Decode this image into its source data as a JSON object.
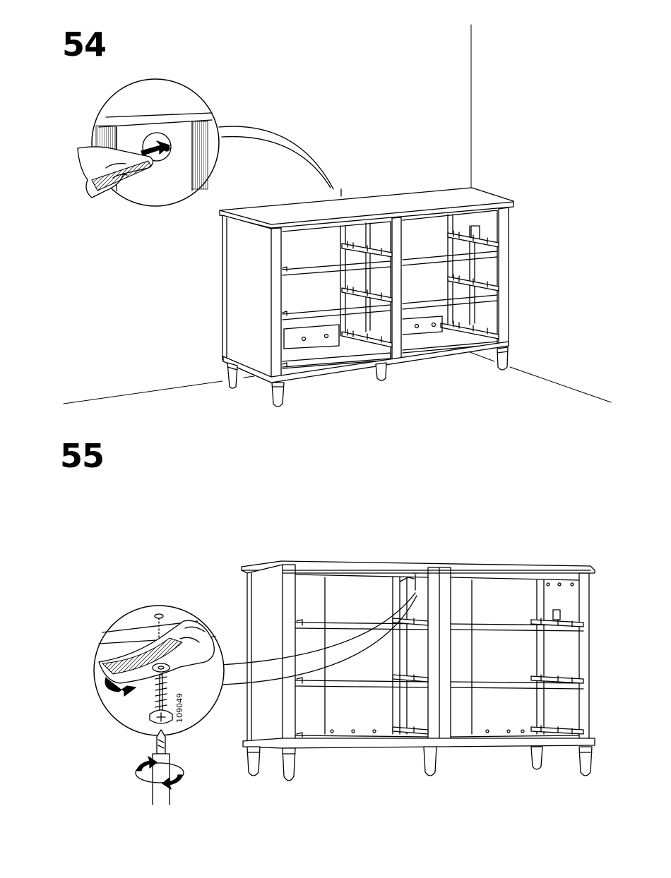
{
  "steps": [
    {
      "number": "54"
    },
    {
      "number": "55",
      "part_code": "109049"
    }
  ]
}
